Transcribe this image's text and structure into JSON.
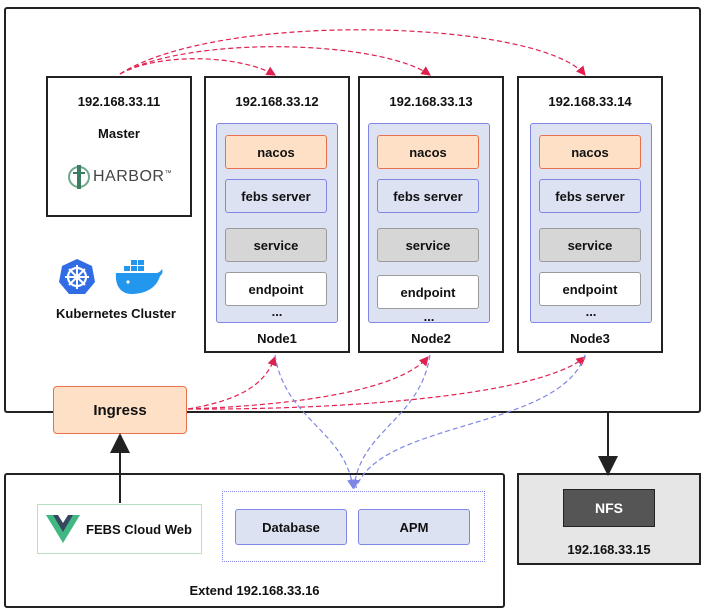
{
  "master": {
    "ip": "192.168.33.11",
    "role": "Master",
    "registry_logo_text": "HARBOR"
  },
  "nodes": [
    {
      "ip": "192.168.33.12",
      "name": "Node1"
    },
    {
      "ip": "192.168.33.13",
      "name": "Node2"
    },
    {
      "ip": "192.168.33.14",
      "name": "Node3"
    }
  ],
  "components": {
    "nacos": "nacos",
    "febs": "febs server",
    "service": "service",
    "endpoint": "endpoint",
    "more": "..."
  },
  "cluster_label": "Kubernetes Cluster",
  "ingress": "Ingress",
  "extend": {
    "web_label": "FEBS Cloud Web",
    "database": "Database",
    "apm": "APM",
    "label": "Extend 192.168.33.16"
  },
  "nfs": {
    "label": "NFS",
    "ip": "192.168.33.15"
  },
  "colors": {
    "red_dashed": "#e0204f",
    "blue_dashed": "#7f86e6",
    "nacos_fill": "#fde0c6",
    "febs_fill": "#dde2f3"
  }
}
